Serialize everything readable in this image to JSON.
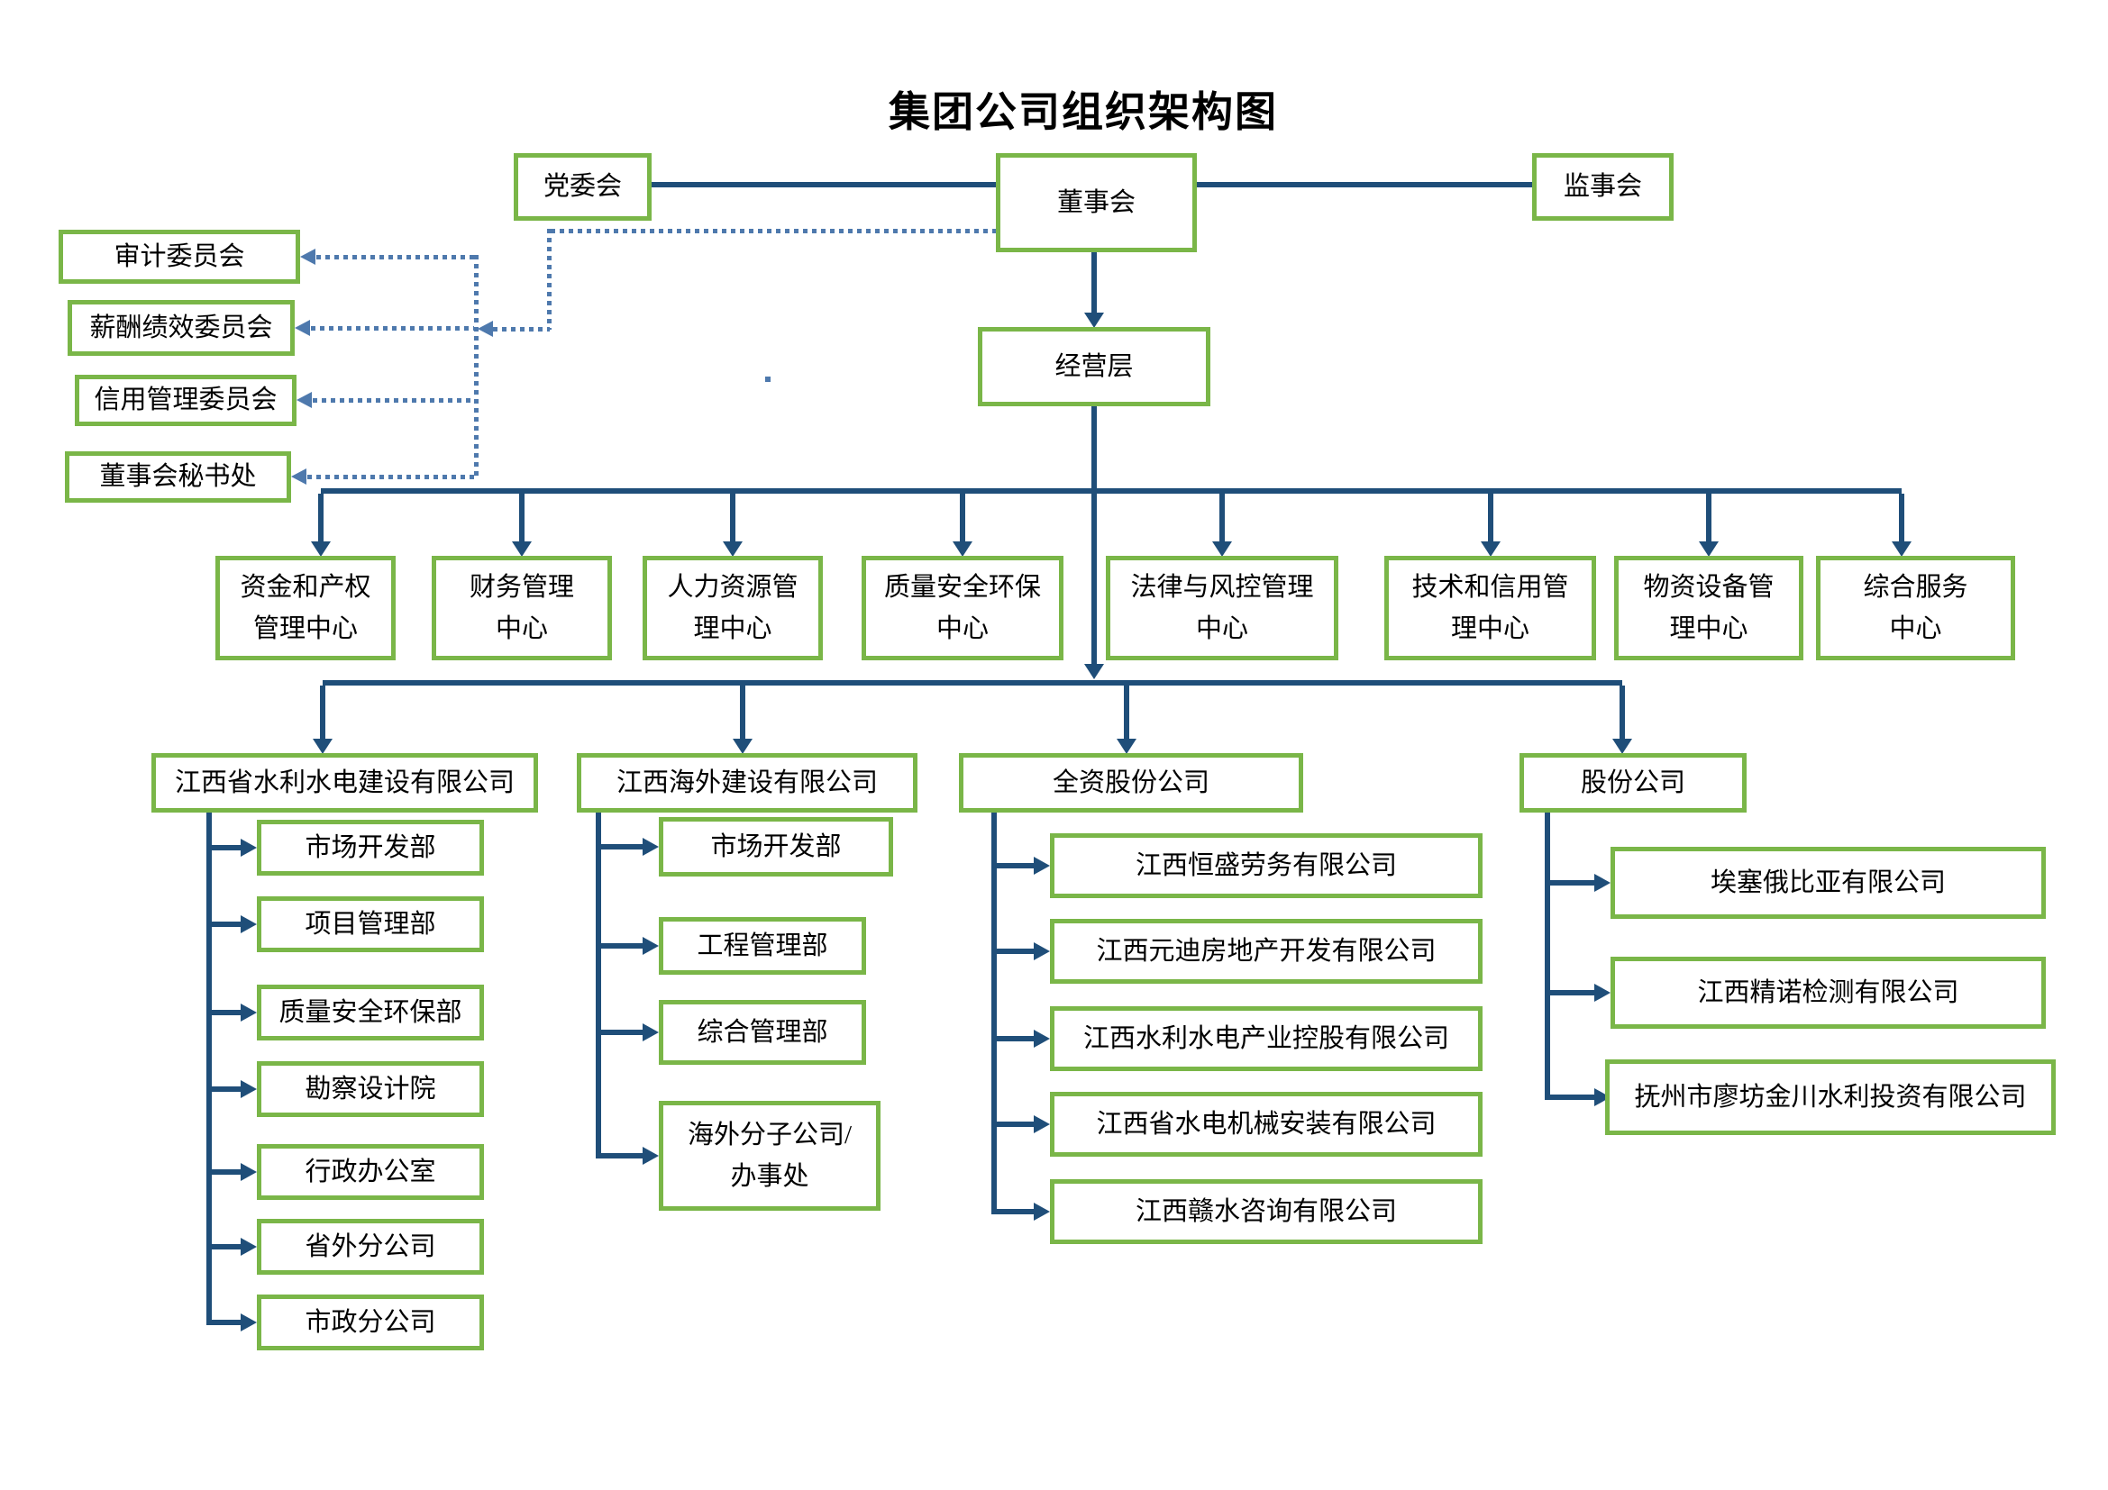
{
  "title": "集团公司组织架构图",
  "top_row": {
    "party_committee": "党委会",
    "board": "董事会",
    "supervisory_board": "监事会"
  },
  "management_layer": "经营层",
  "board_committees": [
    "审计委员会",
    "薪酬绩效委员会",
    "信用管理委员会",
    "董事会秘书处"
  ],
  "centers": [
    "资金和产权\n管理中心",
    "财务管理\n中心",
    "人力资源管\n理中心",
    "质量安全环保\n中心",
    "法律与风控管理\n中心",
    "技术和信用管\n理中心",
    "物资设备管\n理中心",
    "综合服务\n中心"
  ],
  "subsidiaries": [
    {
      "name": "江西省水利水电建设有限公司",
      "departments": [
        "市场开发部",
        "项目管理部",
        "质量安全环保部",
        "勘察设计院",
        "行政办公室",
        "省外分公司",
        "市政分公司"
      ]
    },
    {
      "name": "江西海外建设有限公司",
      "departments": [
        "市场开发部",
        "工程管理部",
        "综合管理部",
        "海外分子公司/\n办事处"
      ]
    },
    {
      "name": "全资股份公司",
      "departments": [
        "江西恒盛劳务有限公司",
        "江西元迪房地产开发有限公司",
        "江西水利水电产业控股有限公司",
        "江西省水电机械安装有限公司",
        "江西赣水咨询有限公司"
      ]
    },
    {
      "name": "股份公司",
      "departments": [
        "埃塞俄比亚有限公司",
        "江西精诺检测有限公司",
        "抚州市廖坊金川水利投资有限公司"
      ]
    }
  ],
  "colors": {
    "box_border_green": "#7ab648",
    "solid_connector_blue": "#1f4e79",
    "dotted_connector_blue": "#4e79ad",
    "text": "#000000",
    "background": "#ffffff"
  }
}
